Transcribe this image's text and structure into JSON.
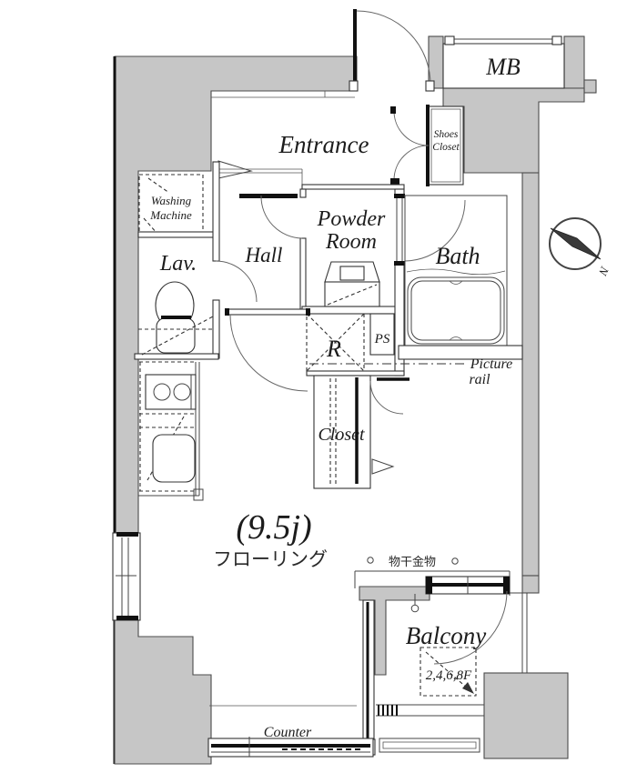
{
  "floorplan": {
    "title": "apartment-floor-plan",
    "rooms": {
      "entrance": "Entrance",
      "hall": "Hall",
      "powder_room": {
        "line1": "Powder",
        "line2": "Room"
      },
      "bath": "Bath",
      "lavatory": "Lav.",
      "washing_machine": {
        "line1": "Washing",
        "line2": "Machine"
      },
      "shoes_closet": {
        "line1": "Shoes",
        "line2": "Closet"
      },
      "meter_box": "MB",
      "pipe_space": "PS",
      "refrigerator": "R",
      "closet": "Closet",
      "main_room": {
        "size": "(9.5j)",
        "flooring": "フローリング"
      },
      "balcony": "Balcony"
    },
    "annotations": {
      "picture_rail": {
        "line1": "Picture",
        "line2": "rail"
      },
      "counter": "Counter",
      "laundry_hardware": "物干金物",
      "balcony_floors": "2,4,6,8F",
      "compass_north": "N"
    },
    "colors": {
      "wall_fill": "#c6c6c6",
      "line": "#333333",
      "text": "#1c1c1c"
    }
  }
}
